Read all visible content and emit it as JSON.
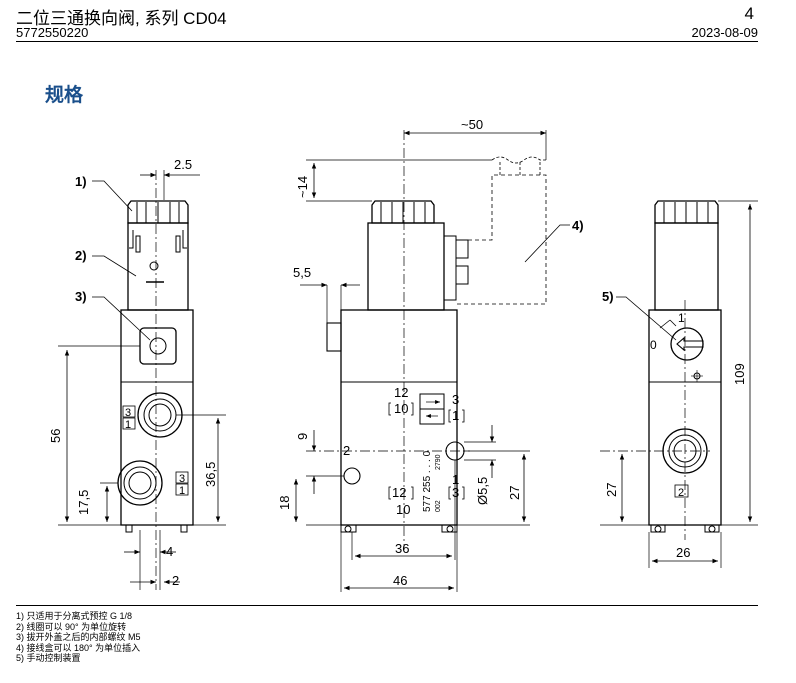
{
  "header": {
    "title": "二位三通换向阀, 系列 CD04",
    "part_number": "5772550220",
    "page": "4",
    "date": "2023-08-09"
  },
  "section_title": "规格",
  "drawing": {
    "left_view": {
      "callouts": [
        "3)",
        "2)",
        "1)"
      ],
      "dim_top": "2.5",
      "dim_56": "56",
      "dim_36_5": "36,5",
      "dim_17_5": "17,5",
      "dim_4": "4",
      "dim_2": "2",
      "port_top_a": "3",
      "port_top_b": "1",
      "port_bot_a": "3",
      "port_bot_b": "1"
    },
    "mid_view": {
      "dim_50": "~50",
      "dim_14": "~14",
      "dim_5_5": "5,5",
      "dim_9": "9",
      "dim_18": "18",
      "dim_36": "36",
      "dim_46": "46",
      "dim_d5_5": "Ø5,5",
      "dim_27": "27",
      "callout_4": "4)",
      "port_12": "12",
      "port_10_box": "10",
      "port_2": "2",
      "port_3": "3",
      "port_1_box": "1",
      "port_1": "1",
      "port_12_box": "12",
      "port_3_box": "3",
      "port_10": "10",
      "label_code": "577 255 . . . 0",
      "label_small_a": "002",
      "label_small_b": "2790"
    },
    "right_view": {
      "callout_5": "5)",
      "knob_1": "1",
      "knob_0": "0",
      "dim_109": "109",
      "dim_27": "27",
      "dim_26": "26",
      "port_2_box": "2"
    }
  },
  "notes": [
    "1) 只适用于分离式预控 G 1/8",
    "2) 线圈可以 90° 为单位旋转",
    "3) 拔开外盖之后的内部螺纹 M5",
    "4) 接线盒可以 180° 为单位插入",
    "5) 手动控制装置"
  ]
}
